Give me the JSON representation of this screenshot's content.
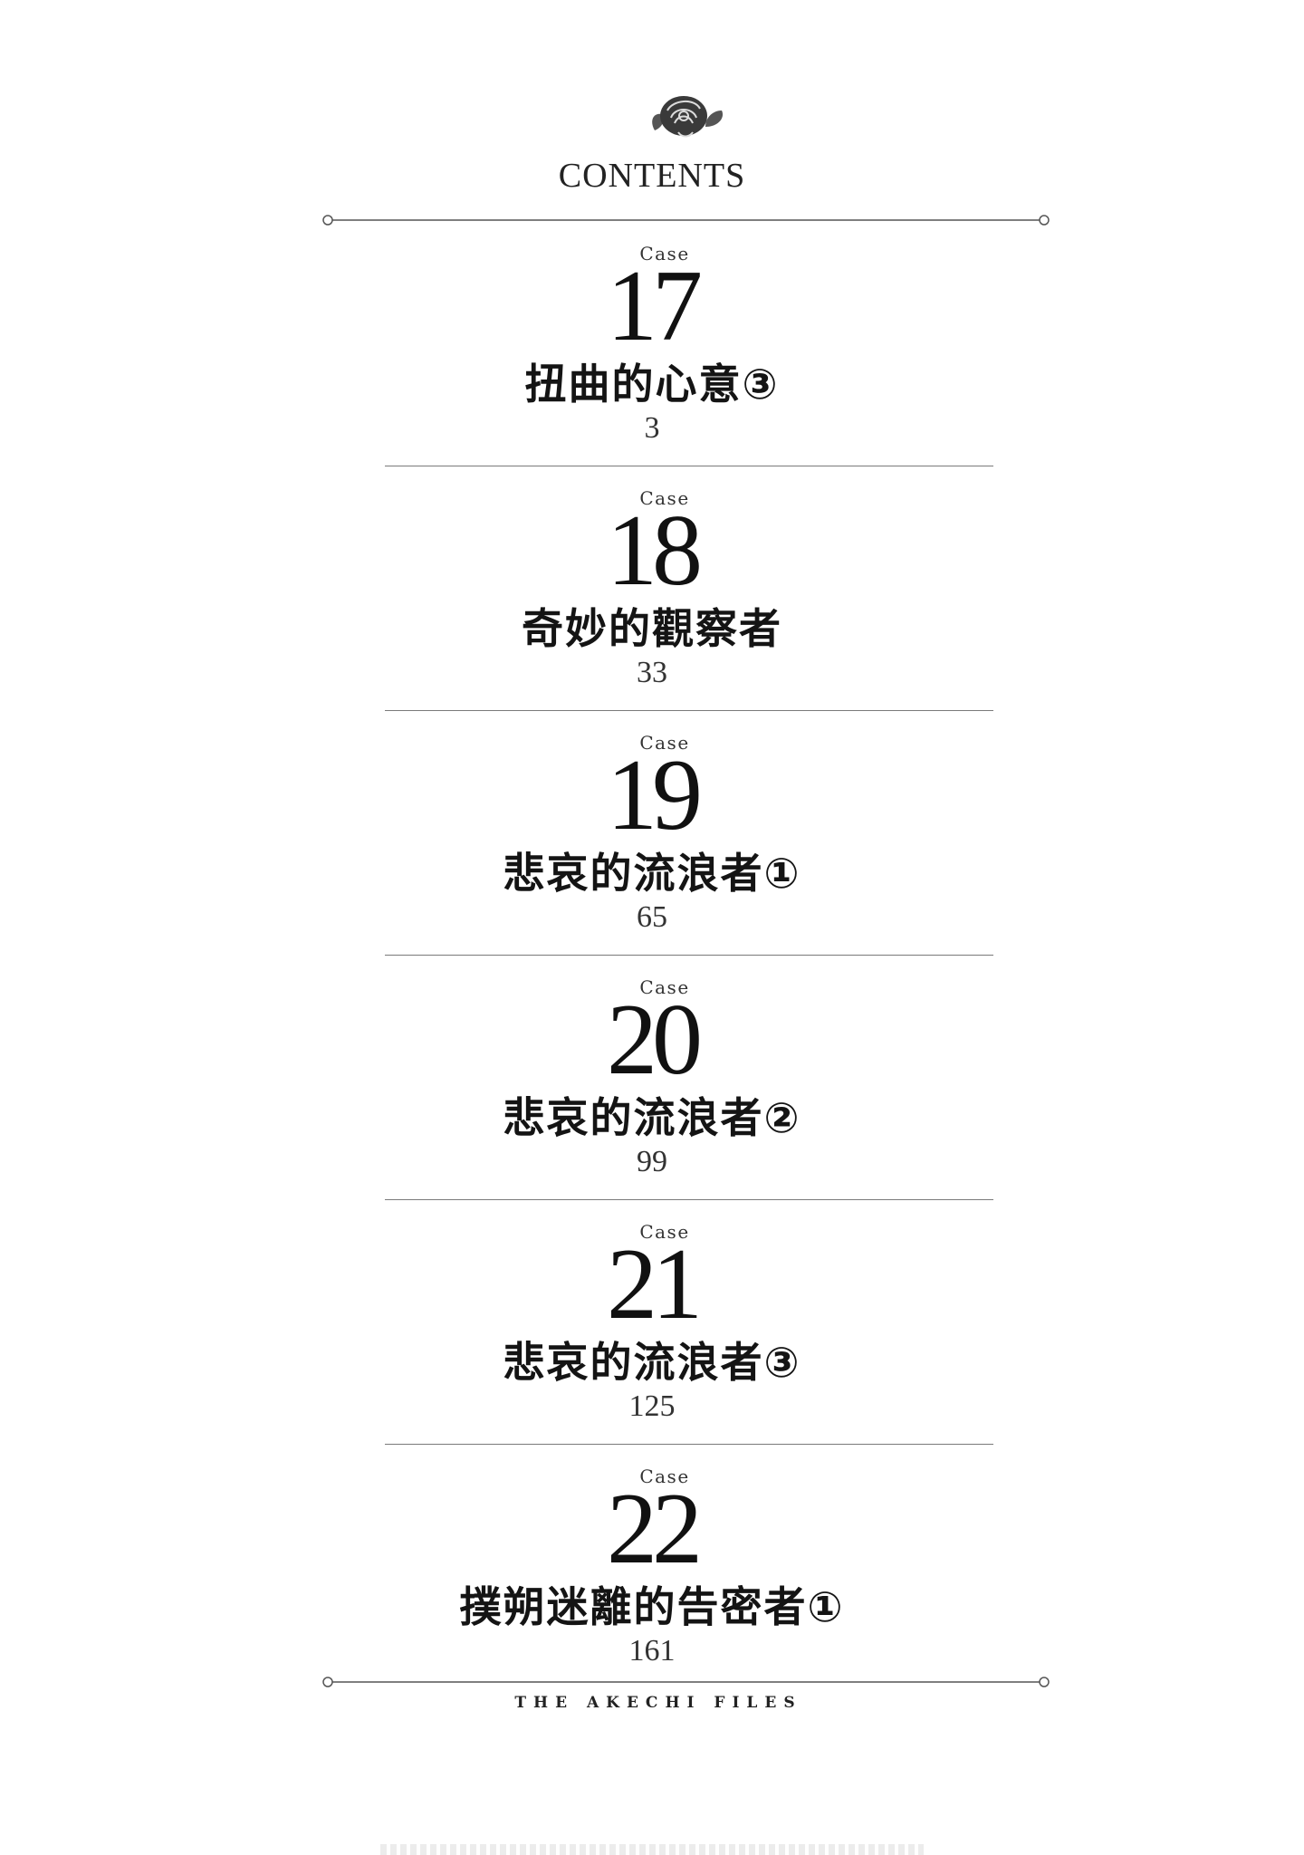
{
  "heading": "CONTENTS",
  "entries": [
    {
      "case_label": "Case",
      "number": "17",
      "title": "扭曲的心意③",
      "page": "3"
    },
    {
      "case_label": "Case",
      "number": "18",
      "title": "奇妙的觀察者",
      "page": "33"
    },
    {
      "case_label": "Case",
      "number": "19",
      "title": "悲哀的流浪者①",
      "page": "65"
    },
    {
      "case_label": "Case",
      "number": "20",
      "title": "悲哀的流浪者②",
      "page": "99"
    },
    {
      "case_label": "Case",
      "number": "21",
      "title": "悲哀的流浪者③",
      "page": "125"
    },
    {
      "case_label": "Case",
      "number": "22",
      "title": "撲朔迷離的告密者①",
      "page": "161"
    }
  ],
  "footer": "THE AKECHI FILES",
  "icons": {
    "ornament": "rose-icon"
  }
}
